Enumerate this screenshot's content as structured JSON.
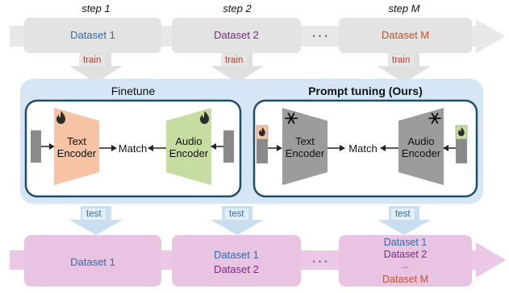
{
  "steps": [
    "step 1",
    "step 2",
    "step M"
  ],
  "train_datasets": [
    "Dataset 1",
    "Dataset 2",
    "Dataset M"
  ],
  "train_label": "train",
  "test_label": "test",
  "ellipsis": "...",
  "finetune": {
    "title": "Finetune",
    "text_encoder": "Text\nEncoder",
    "audio_encoder": "Audio\nEncoder",
    "match": "Match"
  },
  "prompt_tuning": {
    "title": "Prompt tuning (Ours)",
    "text_encoder": "Text\nEncoder",
    "audio_encoder": "Audio\nEncoder",
    "match": "Match"
  },
  "test_sets": [
    [
      "Dataset 1"
    ],
    [
      "Dataset 1",
      "Dataset 2"
    ],
    [
      "Dataset 1",
      "Dataset 2",
      "...",
      "Dataset M"
    ]
  ],
  "colors": {
    "dataset_1": "#2e6da8",
    "dataset_2": "#7a2a7f",
    "dataset_m": "#c2522a",
    "train_text": "#c0392b",
    "test_text": "#2e6da8",
    "text_encoder_trainable": "#f6c3a5",
    "audio_encoder_trainable": "#c6dca0",
    "frozen_encoder": "#9c9c9c",
    "panel_bg": "#d6e6f5",
    "panel_border": "#1f4e68",
    "test_row": "#ebc9e6",
    "train_row": "#e8e8e8",
    "flame": "#2b2b2b"
  },
  "icons": [
    "flame-icon",
    "snowflake-icon"
  ]
}
